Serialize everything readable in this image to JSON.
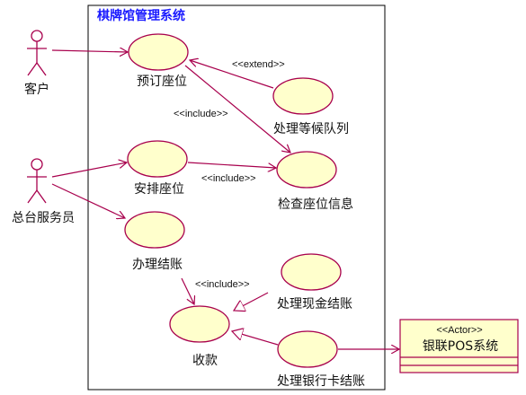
{
  "system": {
    "title": "棋牌馆管理系统"
  },
  "actors": {
    "customer": "客户",
    "front_desk": "总台服务员"
  },
  "use_cases": {
    "reserve_seat": "预订座位",
    "waiting_queue": "处理等候队列",
    "arrange_seat": "安排座位",
    "check_seat": "检查座位信息",
    "checkout": "办理结账",
    "cash_checkout": "处理现金结账",
    "collect_payment": "收款",
    "card_checkout": "处理银行卡结账"
  },
  "stereotypes": {
    "extend": "<<extend>>",
    "include_1": "<<include>>",
    "include_2": "<<include>>",
    "include_3": "<<include>>"
  },
  "external_actor": {
    "stereotype": "<<Actor>>",
    "name": "银联POS系统"
  },
  "colors": {
    "usecase_fill": "#ffffcc",
    "line": "#a8004d",
    "title": "#1a1aff"
  }
}
